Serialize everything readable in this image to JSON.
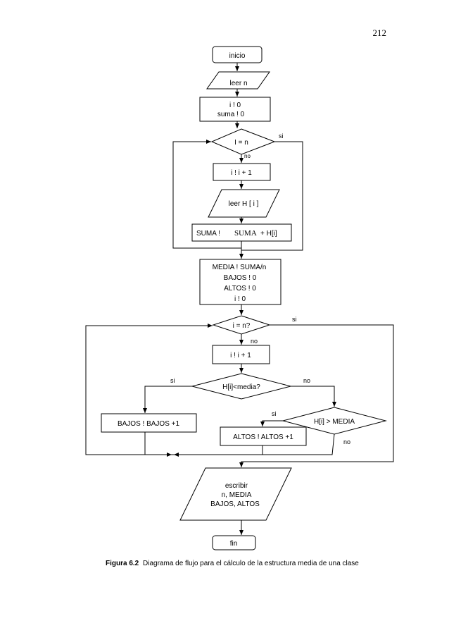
{
  "page_number": "212",
  "nodes": {
    "start": "inicio",
    "read_n": "leer n",
    "init1": [
      "i ! 0",
      "suma ! 0"
    ],
    "cond1": "I = n",
    "inc1": "i ! i + 1",
    "read_h": "leer H [ i ]",
    "sum_a": "SUMA !",
    "sum_b": "SUMA",
    "sum_c": "+ H[i]",
    "init2": [
      "MEDIA ! SUMA/n",
      "BAJOS ! 0",
      "ALTOS ! 0",
      "i ! 0"
    ],
    "cond2": "i = n?",
    "inc2": "i ! i + 1",
    "cond3": "H[i]<media?",
    "bajos": "BAJOS ! BAJOS +1",
    "cond4": "H[i] > MEDIA",
    "altos": "ALTOS ! ALTOS +1",
    "output": [
      "escribir",
      "n, MEDIA",
      "BAJOS, ALTOS"
    ],
    "end": "fin"
  },
  "labels": {
    "cond1_yes": "si",
    "cond1_no": "no",
    "cond2_yes": "si",
    "cond2_no": "no",
    "cond3_yes": "si",
    "cond3_no": "no",
    "cond4_yes": "si",
    "cond4_no": "no"
  },
  "caption": {
    "label": "Figura 6.2",
    "text": "Diagrama de flujo para el cálculo de la estructura media de una clase"
  }
}
